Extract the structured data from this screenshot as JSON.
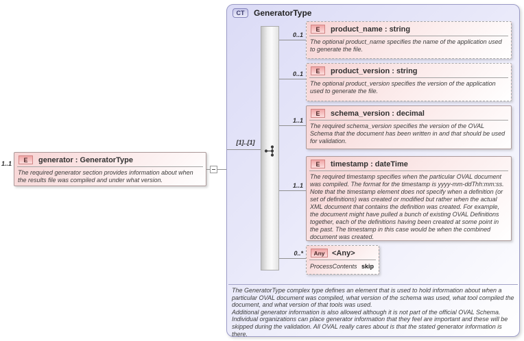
{
  "root": {
    "cardinality": "1..1",
    "badge": "E",
    "title": "generator : GeneratorType",
    "annotation": "The required generator section provides information about when the results file was compiled and under what version."
  },
  "ct": {
    "badge": "CT",
    "title": "GeneratorType",
    "sequence_cardinality": "[1]..[1]",
    "children": [
      {
        "badge": "E",
        "title": "product_name : string",
        "cardinality": "0..1",
        "annotation": "The optional product_name specifies the name of the application used to generate the file."
      },
      {
        "badge": "E",
        "title": "product_version : string",
        "cardinality": "0..1",
        "annotation": "The optional product_version specifies the version of the application used to generate the file."
      },
      {
        "badge": "E",
        "title": "schema_version : decimal",
        "cardinality": "1..1",
        "annotation": "The required schema_version specifies the version of the OVAL Schema that the document has been written in and that should be used for validation."
      },
      {
        "badge": "E",
        "title": "timestamp : dateTime",
        "cardinality": "1..1",
        "annotation": "The required timestamp specifies when the particular OVAL document was compiled. The format for the timestamp is yyyy-mm-ddThh:mm:ss. Note that the timestamp element does not specify when a definition (or set of definitions) was created or modified but rather when the actual XML document that contains the definition was created. For example, the document might have pulled a bunch of existing OVAL Definitions together, each of the definitions having been created at some point in the past. The timestamp in this case would be when the combined document was created."
      },
      {
        "badge": "Any",
        "title": "<Any>",
        "cardinality": "0..*",
        "process_contents_label": "ProcessContents",
        "process_contents_value": "skip"
      }
    ],
    "annotation_p1": "The GeneratorType complex type defines an element that is used to hold information about when a particular OVAL document was compiled, what version of the schema was used, what tool compiled the document, and what version of that tools was used.",
    "annotation_p2": "Additional generator information is also allowed although it is not part of the official OVAL Schema. Individual organizations can place generator information that they feel are important and these will be skipped during the validation. All OVAL really cares about is that the stated generator information is there."
  },
  "colors": {
    "ct_fill": "#dbdbf6",
    "element_fill": "#f7d3d3",
    "ct_border": "#9a9ac6",
    "badge_border": "#d08484",
    "connector": "#8f8f8f"
  }
}
